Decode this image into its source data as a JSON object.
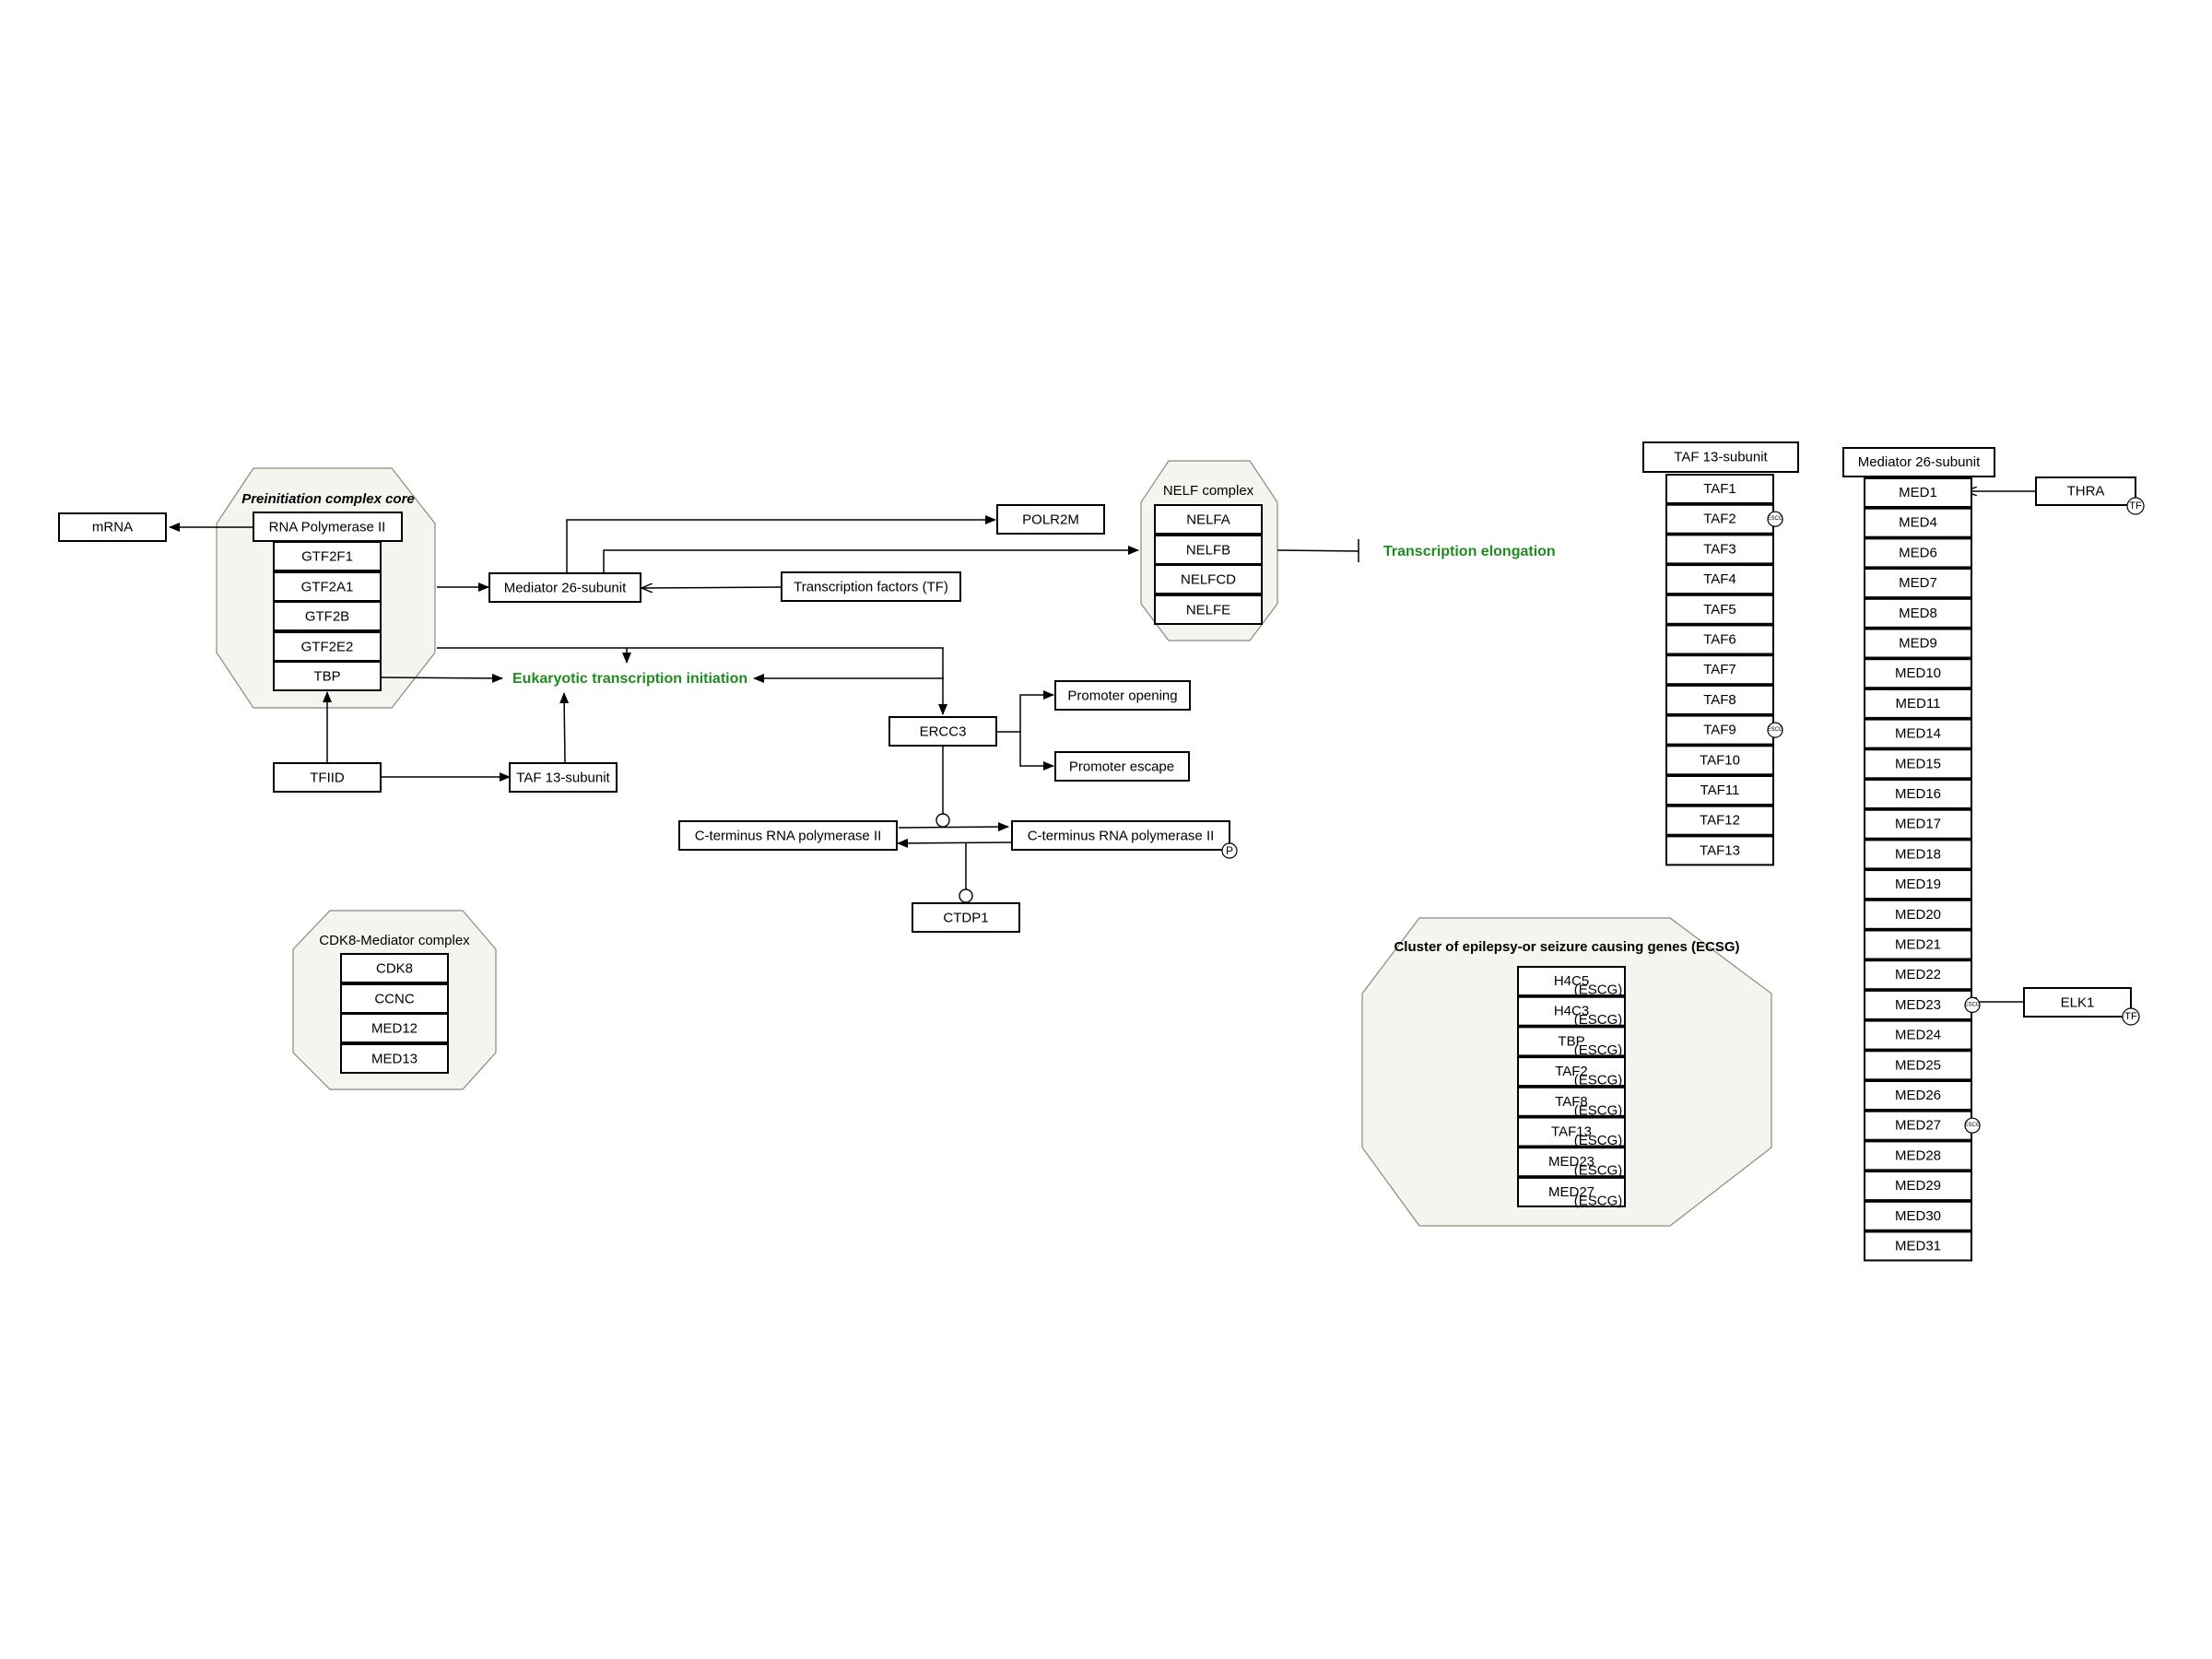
{
  "groups": {
    "preinitiation": "Preinitiation complex core",
    "nelf": "NELF complex",
    "cdk8": "CDK8-Mediator complex",
    "ecsg": "Cluster of epilepsy-or seizure causing genes (ECSG)"
  },
  "processes": {
    "initiation": "Eukaryotic transcription initiation",
    "elongation": "Transcription elongation"
  },
  "nodes": {
    "mrna": "mRNA",
    "rnapol2": "RNA Polymerase II",
    "gtf2f1": "GTF2F1",
    "gtf2a1": "GTF2A1",
    "gtf2b": "GTF2B",
    "gtf2e2": "GTF2E2",
    "tbp": "TBP",
    "tfiid": "TFIID",
    "taf13sub": "TAF 13-subunit",
    "med26sub": "Mediator 26-subunit",
    "tf": "Transcription factors (TF)",
    "polr2m": "POLR2M",
    "nelfa": "NELFA",
    "nelfb": "NELFB",
    "nelfcd": "NELFCD",
    "nelfe": "NELFE",
    "ercc3": "ERCC3",
    "promoter_opening": "Promoter opening",
    "promoter_escape": "Promoter escape",
    "cterm": "C-terminus RNA polymerase II",
    "cterm_p": "C-terminus RNA polymerase II",
    "ctdp1": "CTDP1",
    "cdk8": "CDK8",
    "ccnc": "CCNC",
    "med12": "MED12",
    "med13": "MED13",
    "thra": "THRA",
    "elk1": "ELK1"
  },
  "taf_column": {
    "header": "TAF 13-subunit",
    "items": [
      "TAF1",
      "TAF2",
      "TAF3",
      "TAF4",
      "TAF5",
      "TAF6",
      "TAF7",
      "TAF8",
      "TAF9",
      "TAF10",
      "TAF11",
      "TAF12",
      "TAF13"
    ]
  },
  "med_column": {
    "header": "Mediator 26-subunit",
    "items": [
      "MED1",
      "MED4",
      "MED6",
      "MED7",
      "MED8",
      "MED9",
      "MED10",
      "MED11",
      "MED14",
      "MED15",
      "MED16",
      "MED17",
      "MED18",
      "MED19",
      "MED20",
      "MED21",
      "MED22",
      "MED23",
      "MED24",
      "MED25",
      "MED26",
      "MED27",
      "MED28",
      "MED29",
      "MED30",
      "MED31"
    ]
  },
  "ecsg_items": [
    "H4C5",
    "H4C3",
    "TBP",
    "TAF2",
    "TAF8",
    "TAF13",
    "MED23",
    "MED27"
  ],
  "badges": {
    "escg_tag": "(ESCG)",
    "escg_circle": "ESCG",
    "tf": "TF",
    "phospho": "P"
  },
  "colors": {
    "process_green": "#1e8c1e",
    "group_fill": "#f5f5ef"
  }
}
